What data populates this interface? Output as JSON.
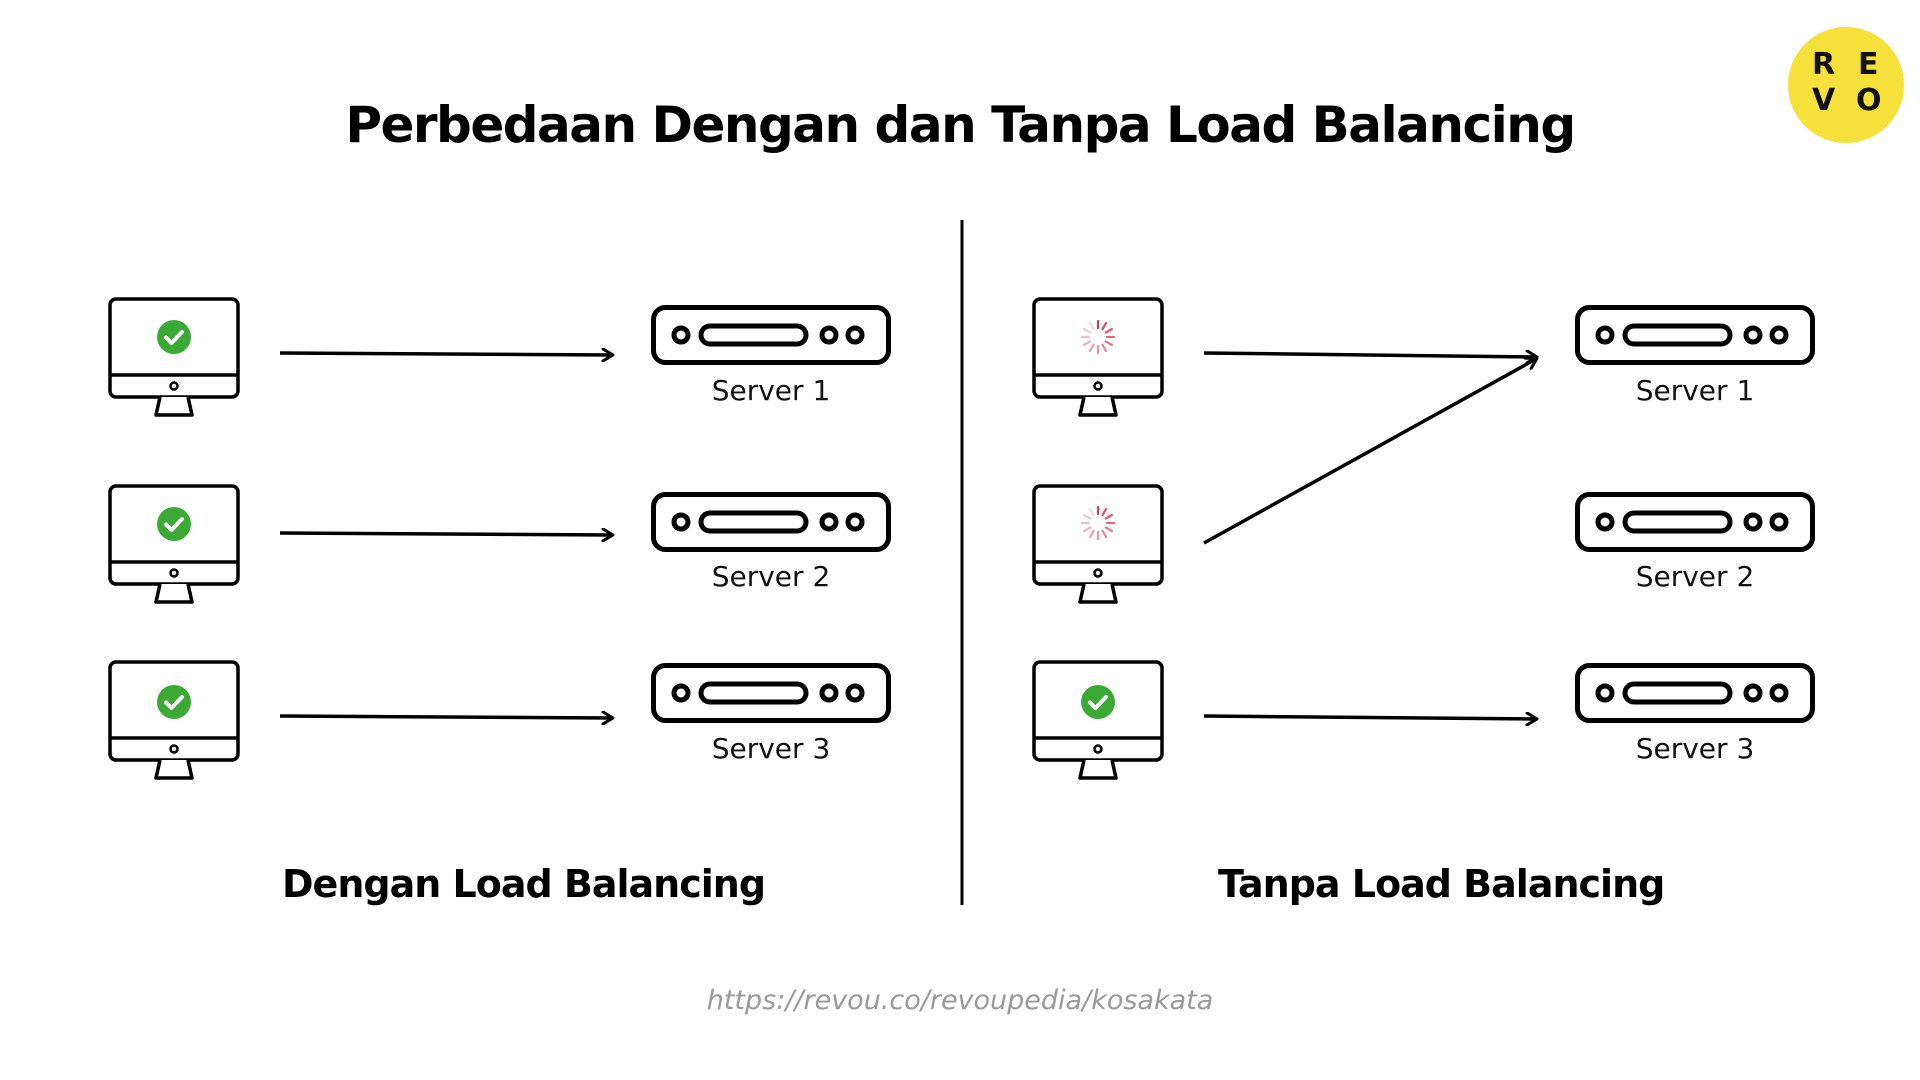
{
  "title": "Perbedaan Dengan dan Tanpa Load Balancing",
  "logo": {
    "letters": [
      "R",
      "E",
      "V",
      "O"
    ],
    "color": "#f5e13a"
  },
  "left_panel": {
    "caption": "Dengan Load Balancing",
    "clients": [
      {
        "status": "check-icon"
      },
      {
        "status": "check-icon"
      },
      {
        "status": "check-icon"
      }
    ],
    "servers": [
      "Server 1",
      "Server 2",
      "Server 3"
    ]
  },
  "right_panel": {
    "caption": "Tanpa Load Balancing",
    "clients": [
      {
        "status": "loading-spinner-icon"
      },
      {
        "status": "loading-spinner-icon"
      },
      {
        "status": "check-icon"
      }
    ],
    "servers": [
      "Server 1",
      "Server 2",
      "Server 3"
    ]
  },
  "source_url": "https://revou.co/revoupedia/kosakata",
  "colors": {
    "check": "#3aaa35",
    "spinner": "#d63f55",
    "url": "#9a9a9a"
  }
}
